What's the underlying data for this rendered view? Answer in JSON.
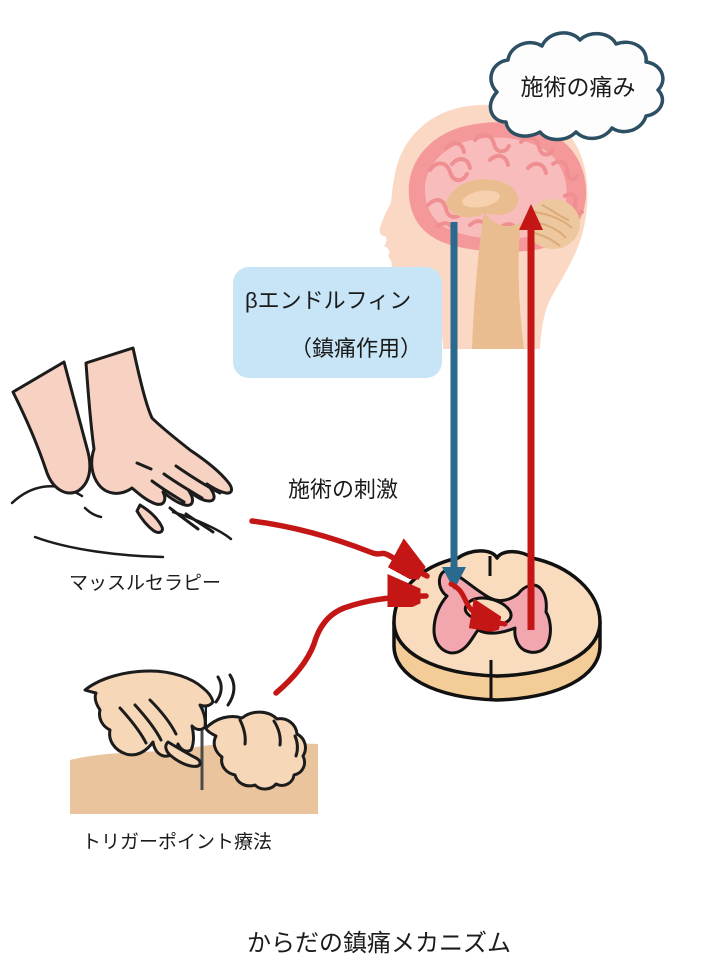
{
  "diagram": {
    "caption": "からだの鎮痛メカニズム",
    "cloud": {
      "label": "施術の痛み"
    },
    "endorphin_box": {
      "line1": "βエンドルフィン",
      "line2": "（鎮痛作用）"
    },
    "stimulus_label": "施術の刺激",
    "therapies": [
      {
        "label": "マッスルセラピー"
      },
      {
        "label": "トリガーポイント療法"
      }
    ],
    "icons": [
      "pain-cloud",
      "head-brain-illustration",
      "spinal-cord-illustration",
      "massage-hands-illustration",
      "acupuncture-needle-illustration",
      "descending-inhibition-arrow",
      "ascending-pain-arrow",
      "stimulus-arrow-from-massage",
      "stimulus-arrow-from-needle",
      "crossing-arrow-in-cord"
    ],
    "colors": {
      "arrow_red": "#c51616",
      "arrow_blue": "#2a6a8e",
      "box_blue": "#c7e5f6",
      "cloud_outline": "#2d4f63",
      "skin": "#fbd8c4",
      "brain_pink": "#f4989a",
      "brain_pink_light": "#f9bcbc",
      "brainstem_tan": "#e9bd90",
      "cord_top": "#f8dcbd",
      "cord_side": "#f3cc97",
      "gray_matter_pink": "#f1a7ad",
      "needle_handle_blue": "#8fc3dc",
      "text": "#1b1b1b"
    }
  }
}
